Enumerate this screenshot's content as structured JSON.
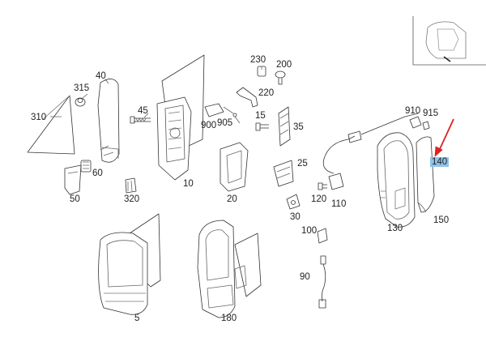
{
  "labels": {
    "l310": "310",
    "l315": "315",
    "l40": "40",
    "l45": "45",
    "l60": "60",
    "l50": "50",
    "l320": "320",
    "l10": "10",
    "l900": "900",
    "l905": "905",
    "l230": "230",
    "l200": "200",
    "l220": "220",
    "l15": "15",
    "l35": "35",
    "l20": "20",
    "l25": "25",
    "l120": "120",
    "l110": "110",
    "l30": "30",
    "l910": "910",
    "l915": "915",
    "l140": "140",
    "l130": "130",
    "l150": "150",
    "l100": "100",
    "l90": "90",
    "l5": "5",
    "l180": "180"
  },
  "highlight": {
    "part": "140",
    "color": "#8fc3ea",
    "arrow_color": "#e02020"
  }
}
